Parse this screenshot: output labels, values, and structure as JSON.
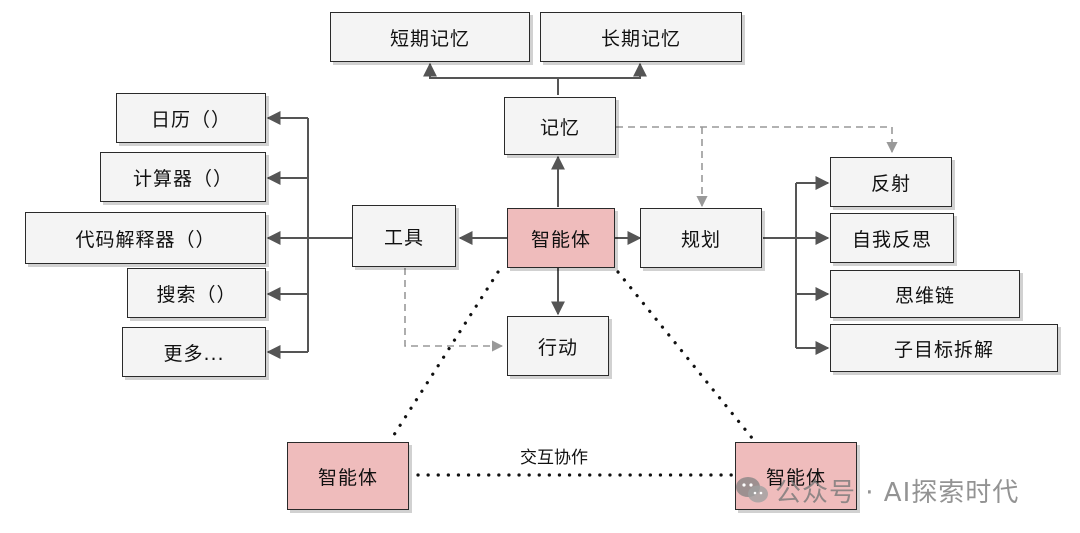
{
  "nodes": {
    "short_term_memory": "短期记忆",
    "long_term_memory": "长期记忆",
    "memory": "记忆",
    "tools": "工具",
    "agent_center": "智能体",
    "planning": "规划",
    "action": "行动",
    "calendar": "日历（）",
    "calculator": "计算器（）",
    "code_interpreter": "代码解释器（）",
    "search": "搜索（）",
    "more": "更多...",
    "reflection": "反射",
    "self_critique": "自我反思",
    "chain_of_thought": "思维链",
    "subgoal_decomposition": "子目标拆解",
    "agent_left": "智能体",
    "agent_right": "智能体"
  },
  "edge_labels": {
    "collaboration": "交互协作"
  },
  "watermark": {
    "text": "公众号 · AI探索时代",
    "icon": "wechat-icon"
  },
  "colors": {
    "agent_fill": "#efbcbc",
    "box_fill": "#f4f4f4",
    "line": "#555555",
    "dashed": "#999999"
  }
}
